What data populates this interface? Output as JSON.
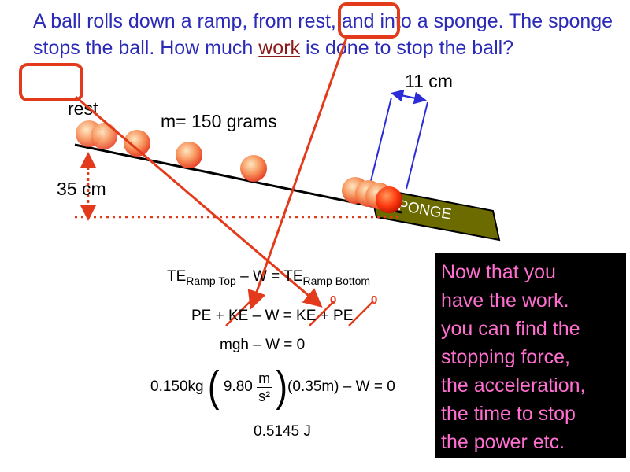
{
  "question": {
    "part1": "A ball rolls down a ramp, from ",
    "rest_word": "rest,",
    "part2": " and into a sponge. The sponge stops the ball. How much ",
    "work_word": "work",
    "part3": " is done to ",
    "stop_word": "stop",
    "part4": " the ball?"
  },
  "labels": {
    "rest": "rest",
    "mass": "m= 150 grams",
    "height": "35 cm",
    "sponge_length": "11 cm",
    "sponge": "SPONGE"
  },
  "equations": {
    "eq1_te": "TE",
    "eq1_sub1": "Ramp Top",
    "eq1_mid": " – W = TE",
    "eq1_sub2": "Ramp Bottom",
    "eq2": "PE + KE – W = KE + PE",
    "zero": "0",
    "eq3": "mgh – W = 0",
    "eq4_mass": "0.150kg",
    "eq4_g": "9.80",
    "eq4_num": "m",
    "eq4_den": "s²",
    "eq4_h": "(0.35m) – W = 0",
    "eq5": "0.5145 J"
  },
  "info_box": {
    "lines": [
      "Now that you",
      "have the work.",
      "you can find the",
      "stopping force,",
      "the acceleration,",
      "the time to stop",
      "the power etc."
    ]
  },
  "colors": {
    "question_text": "#2b2bb8",
    "annotation_red": "#e23a1a",
    "sponge_fill": "#6b6b00",
    "info_text": "#ff6fd0",
    "info_bg": "#000000"
  }
}
